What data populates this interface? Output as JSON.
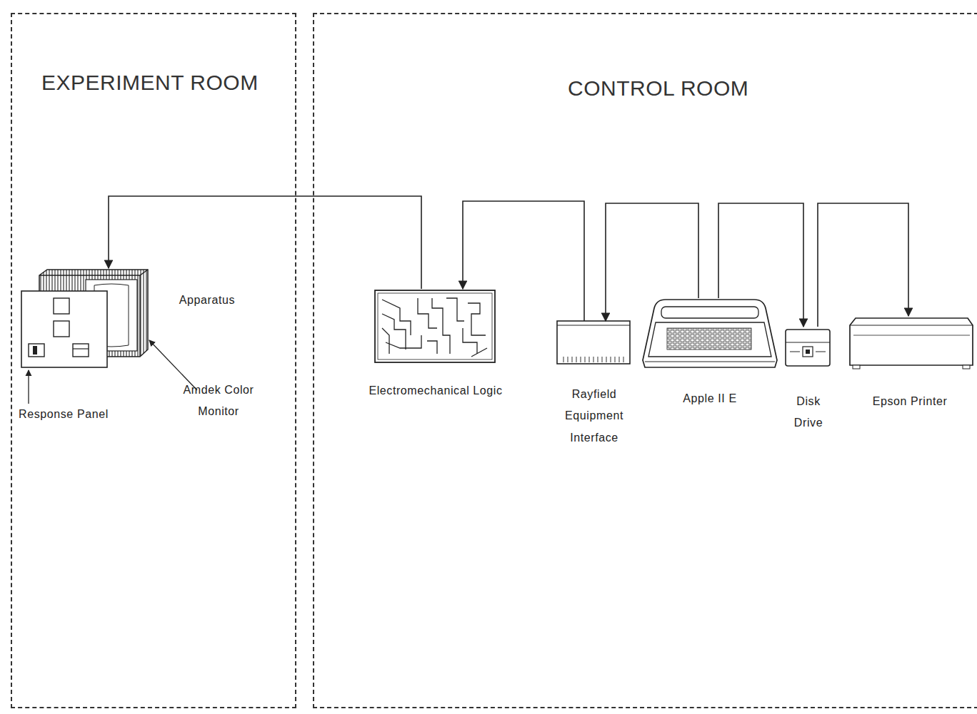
{
  "diagram": {
    "nodes": [
      {
        "text": [
          "EXPERIMENT ROOM"
        ]
      },
      {
        "text": [
          "CONTROL ROOM"
        ]
      },
      {
        "text": [
          "Apparatus"
        ],
        "in": 0
      },
      {
        "text": [
          "Electromechanical Logic"
        ],
        "in": 1
      },
      {
        "text": [
          "Rayfield Equipment Interface"
        ],
        "in": 1
      },
      {
        "text": [
          "Apple II E"
        ],
        "in": 1
      },
      {
        "text": [
          "Disk Drive"
        ],
        "in": 1
      },
      {
        "text": [
          "Epson Printer"
        ],
        "in": 1
      }
    ],
    "edges": [
      {
        "from": 3,
        "to": 2,
        "arrow": "to"
      },
      {
        "from": 4,
        "to": 3,
        "arrow": "to"
      },
      {
        "from": 5,
        "to": 4,
        "arrow": "to"
      },
      {
        "from": 5,
        "to": 6,
        "arrow": "to"
      },
      {
        "from": 6,
        "to": 7,
        "arrow": "to"
      }
    ],
    "labels": [
      "Response Panel",
      "Amdek Color Monitor"
    ]
  }
}
